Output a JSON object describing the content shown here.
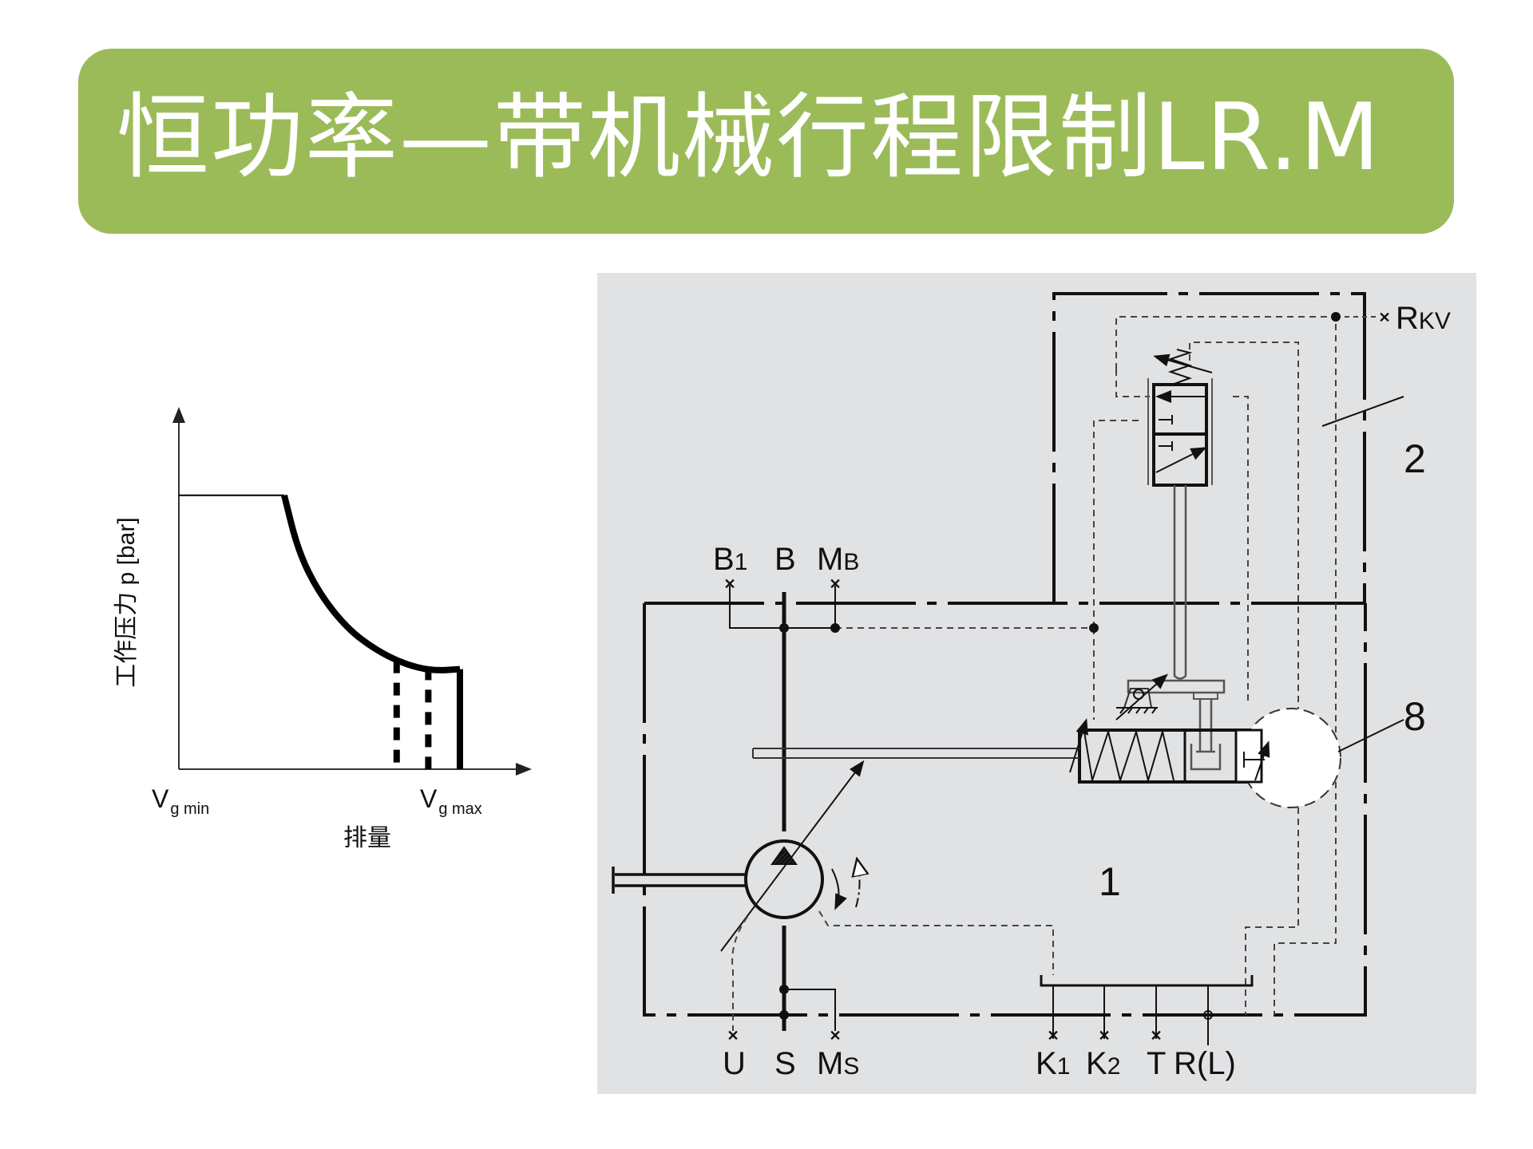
{
  "slide": {
    "title": "恒功率—带机械行程限制LR.M",
    "banner_color": "#9bbb59",
    "panel_color": "#e1e2e4"
  },
  "chart": {
    "y_axis_label": "工作压力 p [bar]",
    "x_axis_label": "排量",
    "x_tick_min_main": "V",
    "x_tick_min_sub": "g min",
    "x_tick_max_main": "V",
    "x_tick_max_sub": "g max"
  },
  "chart_data": {
    "type": "line",
    "title": "",
    "xlabel": "排量",
    "ylabel": "工作压力 p [bar]",
    "x_ticks": [
      "Vg min",
      "Vg max"
    ],
    "x_range_relative": [
      0,
      1
    ],
    "y_range_relative": [
      0,
      1
    ],
    "grid": false,
    "legend": "none",
    "series": [
      {
        "name": "pressure limit (flat)",
        "style": "thin solid",
        "points": [
          [
            0.0,
            0.78
          ],
          [
            0.3,
            0.78
          ]
        ]
      },
      {
        "name": "constant power hyperbola",
        "style": "thick solid",
        "points": [
          [
            0.3,
            0.78
          ],
          [
            0.34,
            0.62
          ],
          [
            0.4,
            0.5
          ],
          [
            0.48,
            0.4
          ],
          [
            0.56,
            0.34
          ],
          [
            0.64,
            0.3
          ],
          [
            0.72,
            0.28
          ],
          [
            0.8,
            0.285
          ]
        ]
      },
      {
        "name": "stroke limit (Vg max)",
        "style": "thick solid",
        "points": [
          [
            0.8,
            0.285
          ],
          [
            0.8,
            0.0
          ]
        ]
      },
      {
        "name": "mechanical stroke limit 1",
        "style": "thick dashed",
        "points": [
          [
            0.62,
            0.31
          ],
          [
            0.62,
            0.0
          ]
        ]
      },
      {
        "name": "mechanical stroke limit 2",
        "style": "thick dashed",
        "points": [
          [
            0.71,
            0.29
          ],
          [
            0.71,
            0.0
          ]
        ]
      }
    ]
  },
  "diagram": {
    "top_ports": [
      {
        "main": "B",
        "sub": "1"
      },
      {
        "main": "B",
        "sub": ""
      },
      {
        "main": "M",
        "sub": "B"
      }
    ],
    "bottom_ports_left": [
      {
        "main": "U",
        "sub": ""
      },
      {
        "main": "S",
        "sub": ""
      },
      {
        "main": "M",
        "sub": "S"
      }
    ],
    "bottom_ports_right": [
      {
        "main": "K",
        "sub": "1"
      },
      {
        "main": "K",
        "sub": "2"
      },
      {
        "main": "T",
        "sub": ""
      },
      {
        "main": "R(L)",
        "sub": ""
      }
    ],
    "rkv_port": {
      "main": "R",
      "sub": "KV"
    },
    "callouts": [
      "1",
      "2",
      "8"
    ]
  }
}
